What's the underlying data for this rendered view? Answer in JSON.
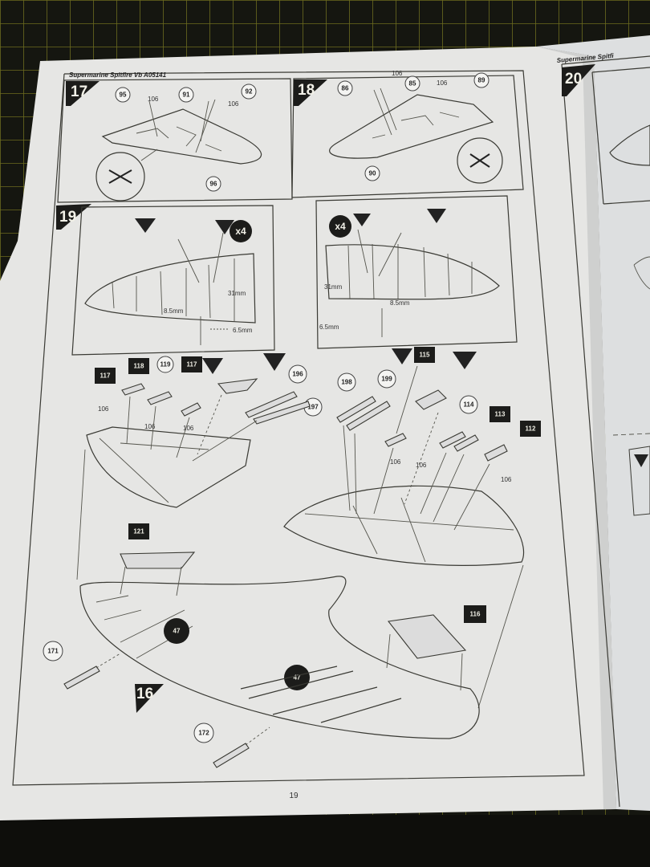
{
  "page": {
    "header": "Supermarine Spitfire Vb A05141",
    "right_header": "Supermarine Spitfi",
    "page_number": "19"
  },
  "steps": {
    "s17": "17",
    "s18": "18",
    "s19": "19",
    "s20": "20",
    "s16": "16"
  },
  "parts": {
    "p95": "95",
    "p106": "106",
    "p91": "91",
    "p92": "92",
    "p96": "96",
    "p86": "86",
    "p85": "85",
    "p89": "89",
    "p90": "90",
    "p117": "117",
    "p118": "118",
    "p119": "119",
    "p196": "196",
    "p197": "197",
    "p198": "198",
    "p199": "199",
    "p115": "115",
    "p114": "114",
    "p113": "113",
    "p112": "112",
    "p121": "121",
    "p116": "116",
    "p171": "171",
    "p172": "172",
    "p47": "47"
  },
  "annotations": {
    "x4": "x4",
    "mm31": "31mm",
    "mm85": "8.5mm",
    "mm65": "6.5mm"
  }
}
